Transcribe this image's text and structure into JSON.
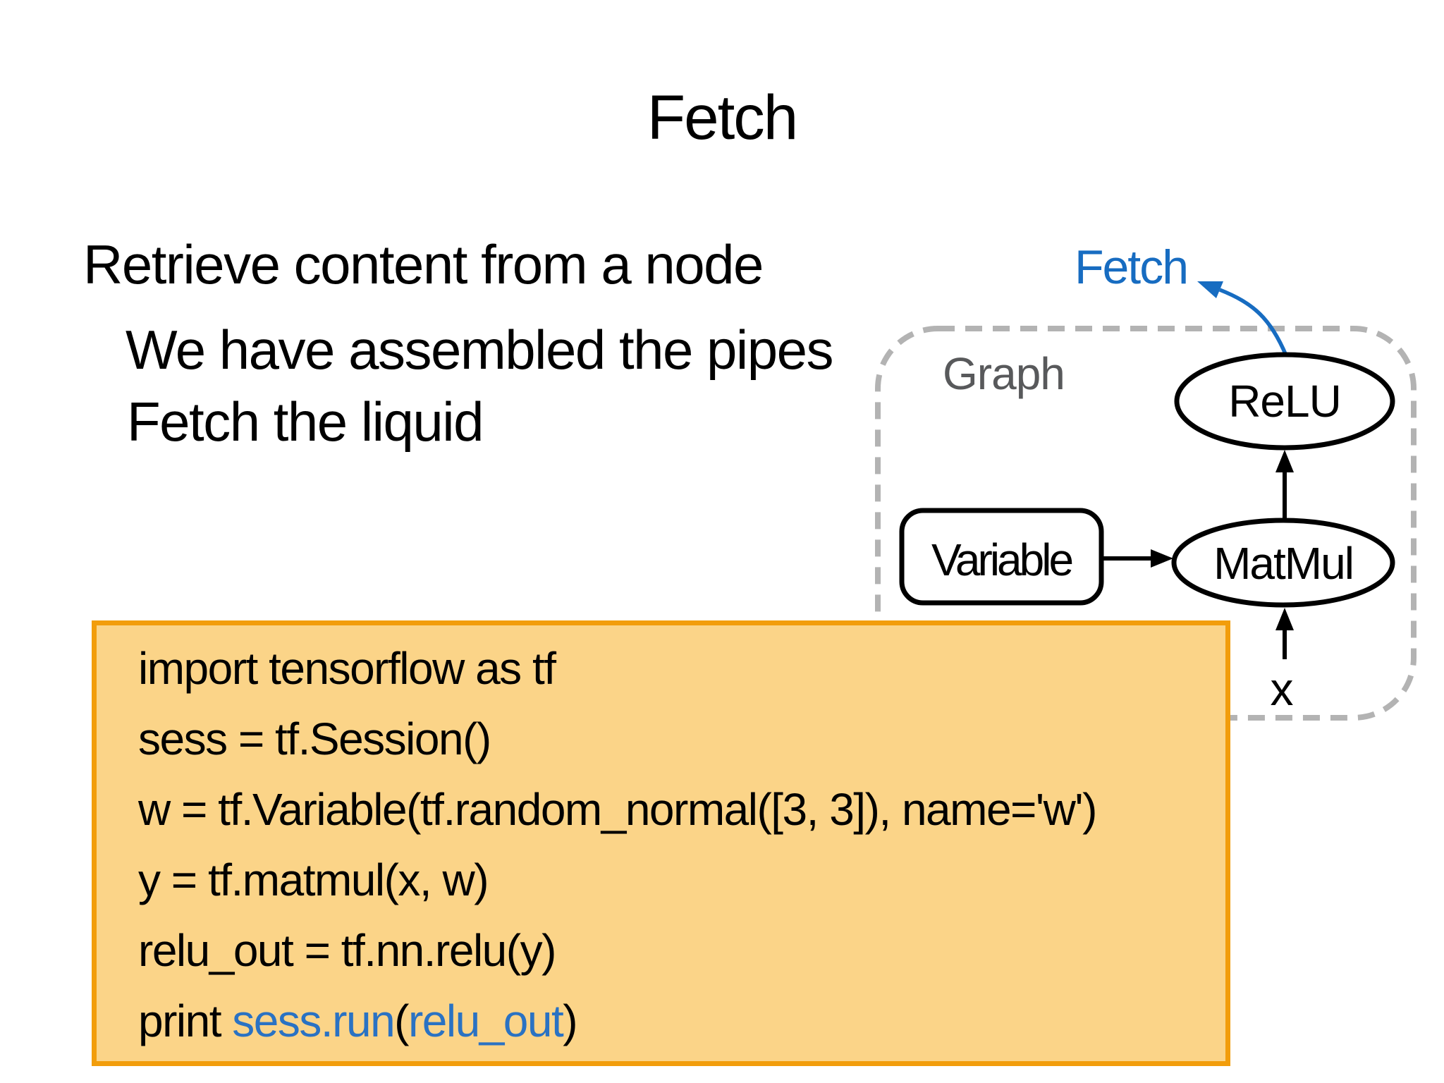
{
  "slide": {
    "title": "Fetch",
    "bullets": {
      "line1": "Retrieve content from a node",
      "line2": "We have assembled the pipes",
      "line3": "Fetch the liquid"
    }
  },
  "diagram": {
    "fetch_label": "Fetch",
    "graph_label": "Graph",
    "nodes": {
      "relu": "ReLU",
      "matmul": "MatMul",
      "variable": "Variable",
      "input": "x"
    }
  },
  "code": {
    "lines": [
      "import tensorflow as tf",
      "sess = tf.Session()",
      "w = tf.Variable(tf.random_normal([3, 3]), name='w')",
      "y = tf.matmul(x, w)",
      "relu_out = tf.nn.relu(y)"
    ],
    "last_line": {
      "print_kw": "print ",
      "call": "sess.run",
      "open_paren": "(",
      "arg": "relu_out",
      "close_paren": ")"
    }
  },
  "colors": {
    "fetch_blue": "#176cc1",
    "code_blue": "#2a72c3",
    "code_box_fill": "#fbd488",
    "code_box_border": "#f29d0b",
    "dash_gray": "#b3b3b3",
    "graph_gray": "#58595b",
    "text_black": "#000000"
  }
}
